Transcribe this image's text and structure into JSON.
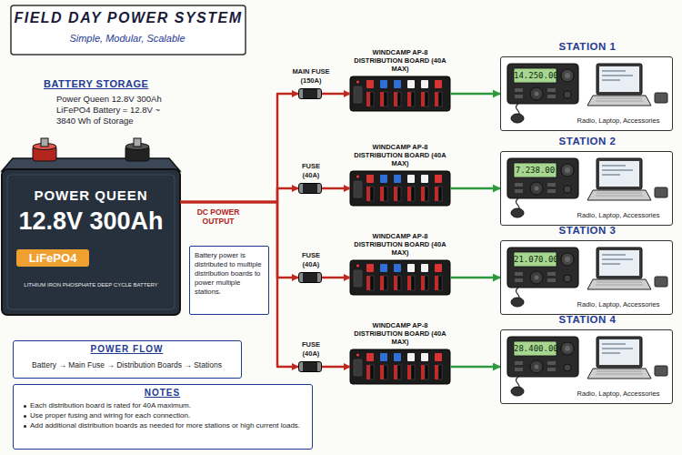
{
  "diagram": {
    "title": "FIELD DAY POWER SYSTEM",
    "nodes": [
      {
        "text": [
          "POWER QUEEN",
          "12.8V 300Ah",
          "LiFePO4",
          "LITHIUM IRON PHOSPHATE DEEP CYCLE BATTERY"
        ]
      },
      {
        "text": [
          "MAIN FUSE (150A)"
        ]
      },
      {
        "text": [
          "WINDCAMP AP-8 DISTRIBUTION BOARD (40A MAX)"
        ]
      },
      {
        "text": [
          "STATION 1",
          "Radio, Laptop, Accessories"
        ]
      },
      {
        "text": [
          "FUSE (40A)"
        ]
      },
      {
        "text": [
          "WINDCAMP AP-8 DISTRIBUTION BOARD (40A MAX)"
        ]
      },
      {
        "text": [
          "STATION 2",
          "Radio, Laptop, Accessories"
        ]
      },
      {
        "text": [
          "FUSE (40A)"
        ]
      },
      {
        "text": [
          "WINDCAMP AP-8 DISTRIBUTION BOARD (40A MAX)"
        ]
      },
      {
        "text": [
          "STATION 3",
          "Radio, Laptop, Accessories"
        ]
      },
      {
        "text": [
          "FUSE (40A)"
        ]
      },
      {
        "text": [
          "WINDCAMP AP-8 DISTRIBUTION BOARD (40A MAX)"
        ]
      },
      {
        "text": [
          "STATION 4",
          "Radio, Laptop, Accessories"
        ]
      },
      {
        "text": [
          "Battery power is distributed to multiple distribution boards to power multiple stations."
        ]
      },
      {
        "text": [
          "POWER FLOW",
          "Battery → Main Fuse → Distribution Boards → Stations"
        ]
      },
      {
        "text": [
          "NOTES",
          "Each distribution board is rated for 40A maximum.",
          "Use proper fusing and wiring for each connection.",
          "Add additional distribution boards as needed for more stations or high current loads."
        ]
      }
    ],
    "edges": [
      {
        "from": 0,
        "to": 1,
        "arrow": "to",
        "label": "DC POWER OUTPUT"
      },
      {
        "from": 0,
        "to": 4,
        "arrow": "to"
      },
      {
        "from": 0,
        "to": 7,
        "arrow": "to"
      },
      {
        "from": 0,
        "to": 10,
        "arrow": "to"
      },
      {
        "from": 1,
        "to": 2,
        "arrow": "to"
      },
      {
        "from": 4,
        "to": 5,
        "arrow": "to"
      },
      {
        "from": 7,
        "to": 8,
        "arrow": "to"
      },
      {
        "from": 10,
        "to": 11,
        "arrow": "to"
      },
      {
        "from": 2,
        "to": 3,
        "arrow": "to"
      },
      {
        "from": 5,
        "to": 6,
        "arrow": "to"
      },
      {
        "from": 8,
        "to": 9,
        "arrow": "to"
      },
      {
        "from": 11,
        "to": 12,
        "arrow": "to"
      }
    ],
    "labels": [
      "Simple, Modular, Scalable",
      "BATTERY STORAGE",
      "Power Queen 12.8V 300Ah LiFePO4 Battery = 12.8V ~ 3840 Wh of Storage",
      "14.250.00",
      "7.238.00",
      "21.070.00",
      "28.400.00"
    ]
  }
}
